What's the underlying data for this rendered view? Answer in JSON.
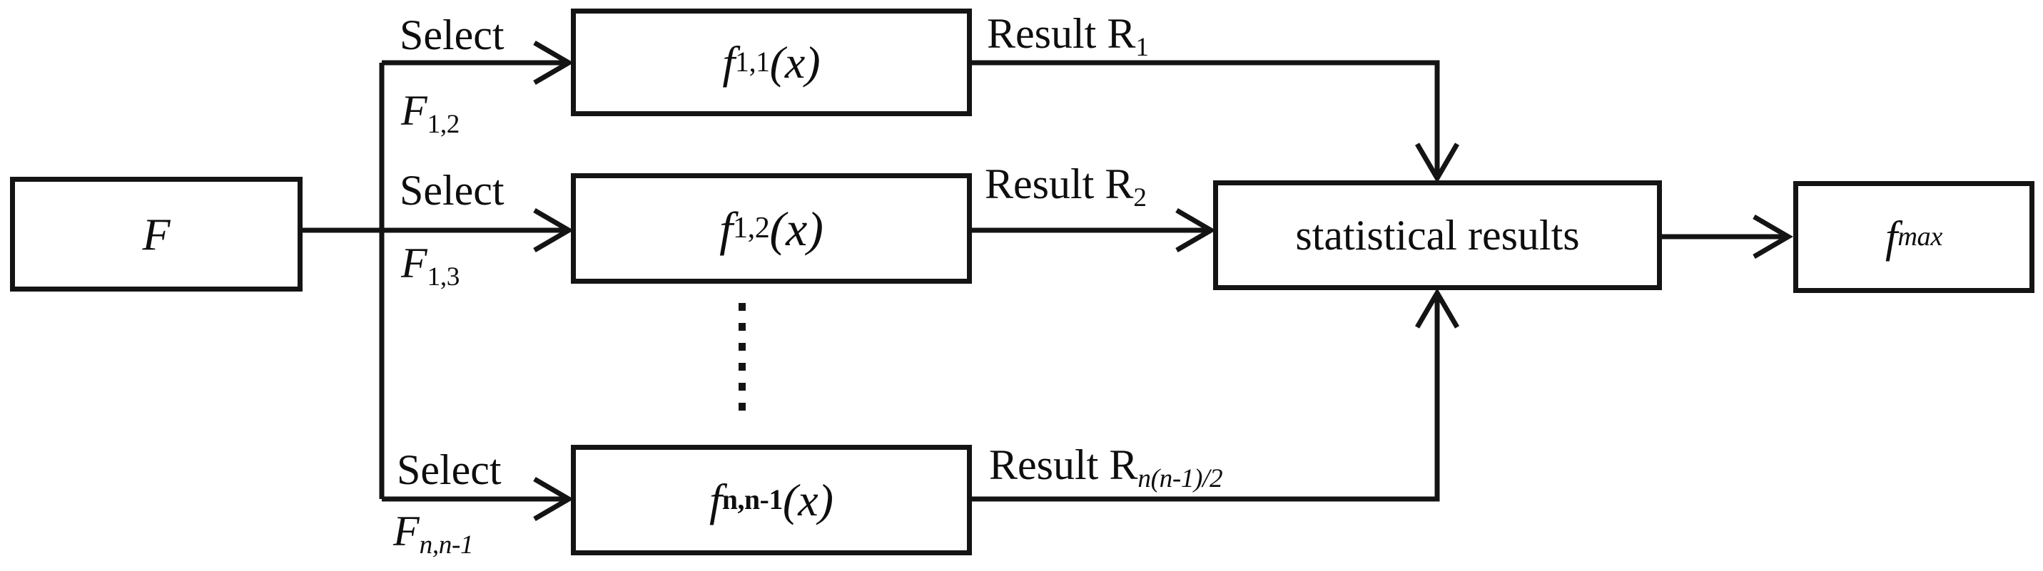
{
  "colors": {
    "line": "#141414",
    "text": "#0e0e0e",
    "background": "#ffffff"
  },
  "boxes": {
    "input": {
      "label": "F"
    },
    "func1": {
      "base": "f",
      "sub": "1,1",
      "arg": "(x)"
    },
    "func2": {
      "base": "f",
      "sub": "1,2",
      "arg": "(x)"
    },
    "func3": {
      "base": "f",
      "sub": "n,n-1",
      "arg": "(x)"
    },
    "stat": {
      "label": "statistical results"
    },
    "output": {
      "base": "f",
      "sub": "max"
    }
  },
  "labels": {
    "select1": "Select",
    "select2": "Select",
    "select3": "Select",
    "branch1": {
      "base": "F",
      "sub": "1,2"
    },
    "branch2": {
      "base": "F",
      "sub": "1,3"
    },
    "branch3": {
      "base": "F",
      "sub": "n,n-1"
    },
    "result1": {
      "base": "Result R",
      "sub": "1"
    },
    "result2": {
      "base": "Result R",
      "sub": "2"
    },
    "result3": {
      "base": "Result R",
      "sub": "n(n-1)/2"
    }
  }
}
